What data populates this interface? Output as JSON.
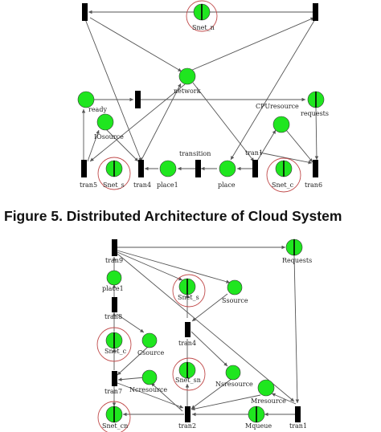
{
  "colors": {
    "place": "#1fe61f",
    "transition": "#000000",
    "ring": "#c04a4a",
    "arc": "#555555"
  },
  "figure1": {
    "caption": "Figure 5. Distributed Architecture of Cloud System",
    "labels": {
      "snet_n": "Snet_n",
      "network": "network",
      "ready": "ready",
      "cpuresource": "CPUresource",
      "requests": "requests",
      "iosource": "IOsource",
      "transition": "transition",
      "tran1": "tran1",
      "tran5": "tran5",
      "snet_s": "Snet_s",
      "tran4": "tran4",
      "place1": "place1",
      "place": "place",
      "snet_c": "Snet_c",
      "tran6": "tran6"
    }
  },
  "figure2": {
    "labels": {
      "tran9": "tran9",
      "requests": "Requests",
      "place1": "place1",
      "snet_s": "Snet_s",
      "ssource": "Ssource",
      "tran8": "tran8",
      "tran4": "tran4",
      "snet_c": "Snet_c",
      "csource": "Csource",
      "snet_sn": "Snet_sn",
      "tran7": "tran7",
      "nsresource": "Nsresource",
      "mresource": "Mresource",
      "ncresource": "Ncresource",
      "snet_cn": "Snet_cn",
      "tran2": "tran2",
      "mqueue": "Mqueue",
      "tran1": "tran1"
    }
  }
}
